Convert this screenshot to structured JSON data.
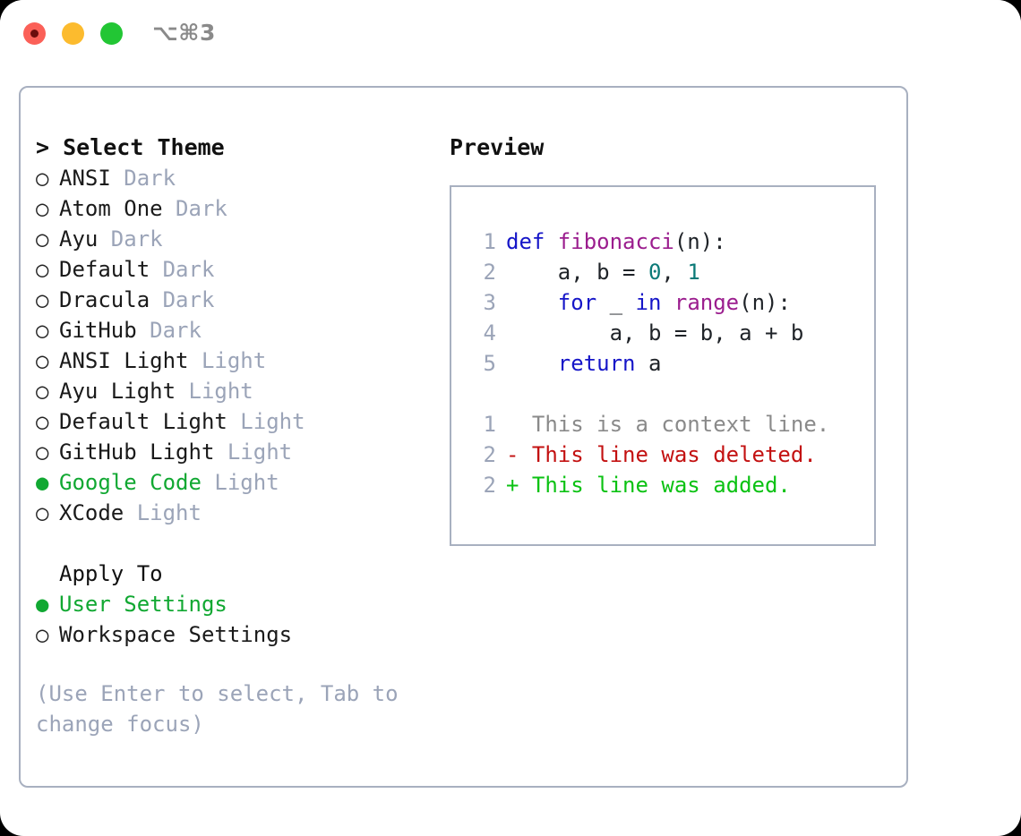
{
  "window": {
    "shortcut": "⌥⌘3",
    "traffic_lights": [
      {
        "name": "close-button",
        "color": "#fb6058"
      },
      {
        "name": "minimize-button",
        "color": "#fcbb2e"
      },
      {
        "name": "maximize-button",
        "color": "#22c634"
      }
    ]
  },
  "theme_picker": {
    "header": "> Select Theme",
    "selected_bullet": "●",
    "unselected_bullet": "○",
    "items": [
      {
        "label": "ANSI",
        "badge": "Dark",
        "selected": false
      },
      {
        "label": "Atom One",
        "badge": "Dark",
        "selected": false
      },
      {
        "label": "Ayu",
        "badge": "Dark",
        "selected": false
      },
      {
        "label": "Default",
        "badge": "Dark",
        "selected": false
      },
      {
        "label": "Dracula",
        "badge": "Dark",
        "selected": false
      },
      {
        "label": "GitHub",
        "badge": "Dark",
        "selected": false
      },
      {
        "label": "ANSI Light",
        "badge": "Light",
        "selected": false
      },
      {
        "label": "Ayu Light",
        "badge": "Light",
        "selected": false
      },
      {
        "label": "Default Light",
        "badge": "Light",
        "selected": false
      },
      {
        "label": "GitHub Light",
        "badge": "Light",
        "selected": false
      },
      {
        "label": "Google Code",
        "badge": "Light",
        "selected": true
      },
      {
        "label": "XCode",
        "badge": "Light",
        "selected": false
      }
    ]
  },
  "apply_to": {
    "header": "Apply To",
    "items": [
      {
        "label": "User Settings",
        "selected": true
      },
      {
        "label": "Workspace Settings",
        "selected": false
      }
    ]
  },
  "hint": "(Use Enter to select, Tab to change focus)",
  "preview": {
    "header": "Preview",
    "code_lines": [
      {
        "num": "1",
        "tokens": [
          {
            "text": "def ",
            "cls": "t-kw"
          },
          {
            "text": "fibonacci",
            "cls": "t-fn"
          },
          {
            "text": "(n):",
            "cls": "t-pln"
          }
        ]
      },
      {
        "num": "2",
        "tokens": [
          {
            "text": "    a, b = ",
            "cls": "t-pln"
          },
          {
            "text": "0",
            "cls": "t-num"
          },
          {
            "text": ", ",
            "cls": "t-pln"
          },
          {
            "text": "1",
            "cls": "t-num"
          }
        ]
      },
      {
        "num": "3",
        "tokens": [
          {
            "text": "    ",
            "cls": "t-pln"
          },
          {
            "text": "for",
            "cls": "t-kw"
          },
          {
            "text": " _ ",
            "cls": "t-pln"
          },
          {
            "text": "in",
            "cls": "t-kw"
          },
          {
            "text": " ",
            "cls": "t-pln"
          },
          {
            "text": "range",
            "cls": "t-fn"
          },
          {
            "text": "(n):",
            "cls": "t-pln"
          }
        ]
      },
      {
        "num": "4",
        "tokens": [
          {
            "text": "        a, b = b, a + b",
            "cls": "t-pln"
          }
        ]
      },
      {
        "num": "5",
        "tokens": [
          {
            "text": "    ",
            "cls": "t-pln"
          },
          {
            "text": "return",
            "cls": "t-kw"
          },
          {
            "text": " a",
            "cls": "t-pln"
          }
        ]
      }
    ],
    "diff_lines": [
      {
        "num": "1",
        "tokens": [
          {
            "text": "  This is a context line.",
            "cls": "t-ctx"
          }
        ]
      },
      {
        "num": "2",
        "tokens": [
          {
            "text": "- This line was deleted.",
            "cls": "t-del"
          }
        ]
      },
      {
        "num": "2",
        "tokens": [
          {
            "text": "+ This line was added.",
            "cls": "t-add"
          }
        ]
      }
    ]
  },
  "colors": {
    "accent_green": "#11a832",
    "muted": "#9ba4b8",
    "border": "#a8b0c0",
    "keyword": "#1616c8",
    "function": "#9b1d8e",
    "number": "#0b7a78",
    "diff_deleted": "#c31111",
    "diff_added": "#0bc213"
  }
}
